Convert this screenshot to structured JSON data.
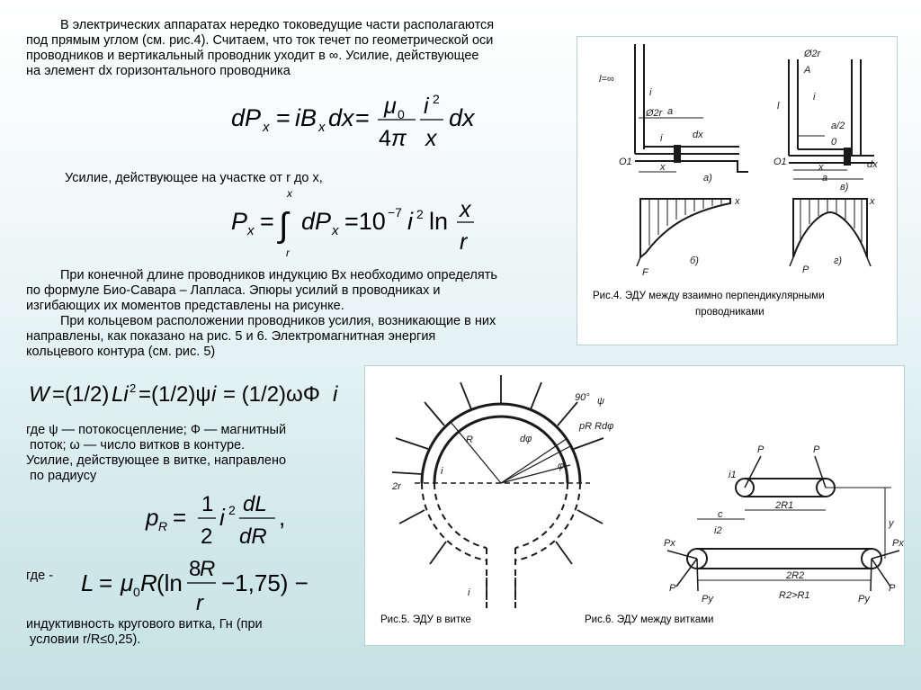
{
  "text": {
    "p1_lines": [
      "В электрических аппаратах нередко токоведущие части располагаются",
      "под прямым углом (см. рис.4). Считаем, что ток течет по геометрической оси",
      "проводников и вертикальный проводник уходит в ∞. Усилие, действующее",
      "на элемент dx горизонтального проводника"
    ],
    "p2": "Усилие, действующее на участке от r до x,",
    "p3_lines": [
      "При конечной длине проводников индукцию Bx необходимо определять",
      "по формуле Био-Савара – Лапласа. Эпюры усилий в проводниках и",
      "изгибающих их моментов представлены на рисунке.",
      "При кольцевом расположении проводников усилия, возникающие в них",
      "направлены, как показано на рис. 5 и 6. Электромагнитная энергия",
      "кольцевого контура (см. рис. 5)"
    ],
    "p4_lines": [
      "где ψ — потокосцепление; Ф — магнитный",
      "поток; ω — число витков в контуре.",
      "Усилие, действующее в витке, направлено",
      "по радиусу"
    ],
    "p5_prefix": "где -",
    "p6_lines": [
      "индуктивность кругового витка, Гн (при",
      "условии r/R≤0,25)."
    ]
  },
  "formulas": {
    "f1": "dPx = iBx dx = (μ0/4π)(i²/x) dx",
    "f2": "Px = ∫r^x dPx = 10⁻⁷ i² ln (x/r)",
    "f3": "W =(1/2)Li² =(1/2)ψi = (1/2)ωΦi",
    "f4": "pR = (1/2) i² dL/dR ,",
    "f5": "L = μ0R(ln 8R/r − 1,75) −"
  },
  "captions": {
    "fig4_line1": "Рис.4. ЭДУ между взаимно перпендикулярными",
    "fig4_line2": "проводниками",
    "fig5": "Рис.5. ЭДУ в витке",
    "fig6": "Рис.6. ЭДУ между витками"
  },
  "figure_labels": {
    "fig4": [
      "l=∞",
      "Ø2r",
      "A",
      "a",
      "i",
      "dx",
      "x",
      "O1",
      "а)",
      "б)",
      "в)",
      "г)",
      "F",
      "P",
      "l",
      "a/2",
      "0"
    ],
    "fig5": [
      "R",
      "dφ",
      "90°",
      "ψ",
      "pR Rdφ",
      "φ",
      "2r",
      "i"
    ],
    "fig6": [
      "P",
      "i1",
      "2R1",
      "c",
      "i2",
      "y",
      "Px",
      "Py",
      "2R2",
      "R2>R1"
    ]
  }
}
